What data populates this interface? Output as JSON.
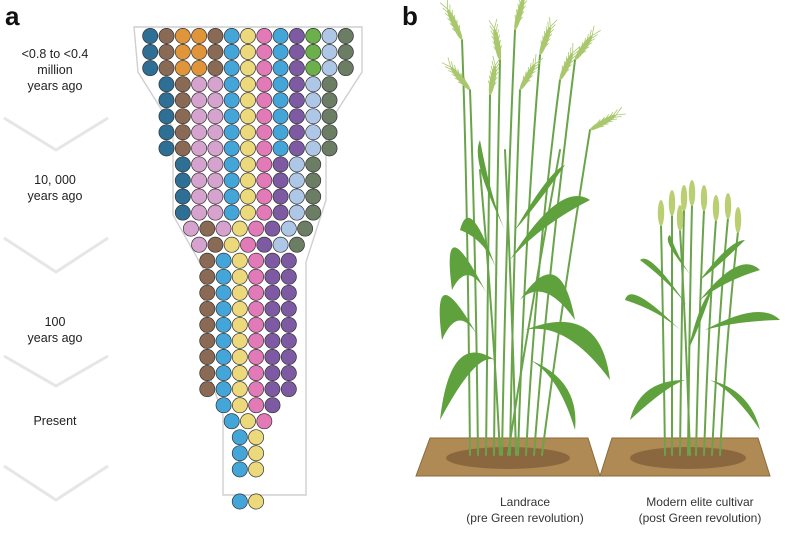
{
  "panel_a": {
    "letter": "a",
    "timeline": [
      {
        "lines": [
          "<0.8 to <0.4",
          "million",
          "years ago"
        ]
      },
      {
        "lines": [
          "10, 000",
          "years ago"
        ]
      },
      {
        "lines": [
          "100",
          "years ago"
        ]
      },
      {
        "lines": [
          "Present"
        ]
      }
    ]
  },
  "panel_b": {
    "letter": "b",
    "landrace_caption": [
      "Landrace",
      "(pre Green revolution)"
    ],
    "modern_caption": [
      "Modern elite cultivar",
      "(post Green revolution)"
    ]
  },
  "colors": {
    "B": "#2b7db7",
    "O": "#e0953a",
    "K": "#d6a3cf",
    "T": "#2e6f96",
    "L": "#44a5d9",
    "Y": "#ecd97c",
    "P": "#e27ab8",
    "V": "#7e5aa2",
    "G": "#6bb04a",
    "S": "#aec7e6",
    "D": "#6b7d62",
    "N": "#8a6a55",
    "funnel_stroke": "#cfcfcf",
    "chevron": "#e6e6e6",
    "soil": "#b08a55",
    "stem": "#6aa44a",
    "stem_light": "#a9c86d",
    "ear": "#b9cf72",
    "leaf": "#5fa13c"
  },
  "diversity_rows": [
    "TNOONLYPLVGSD",
    "TNOONLYPLVGSD",
    "TNOONLYPLVGSD",
    "TNKKLYPLVSD",
    "TNKKLYPLVSD",
    "TNKKLYPLVSD",
    "TNKKLYPLVSD",
    "TNKKLYPLVSD",
    "TKKLYPVSD",
    "TKKLYPVSD",
    "TKKLYPVSD",
    "TKKLYPVSD",
    "KNKYPVSD",
    "KNYPVSD",
    "NLYPVV",
    "NLYPVV",
    "NLYPVV",
    "NLYPVV",
    "NLYPVV",
    "NLYPVV",
    "NLYPVV",
    "NLYPVV",
    "NLYPVV",
    "LYPV",
    "LYP",
    "LY",
    "LY",
    "LY",
    "",
    "LY"
  ]
}
